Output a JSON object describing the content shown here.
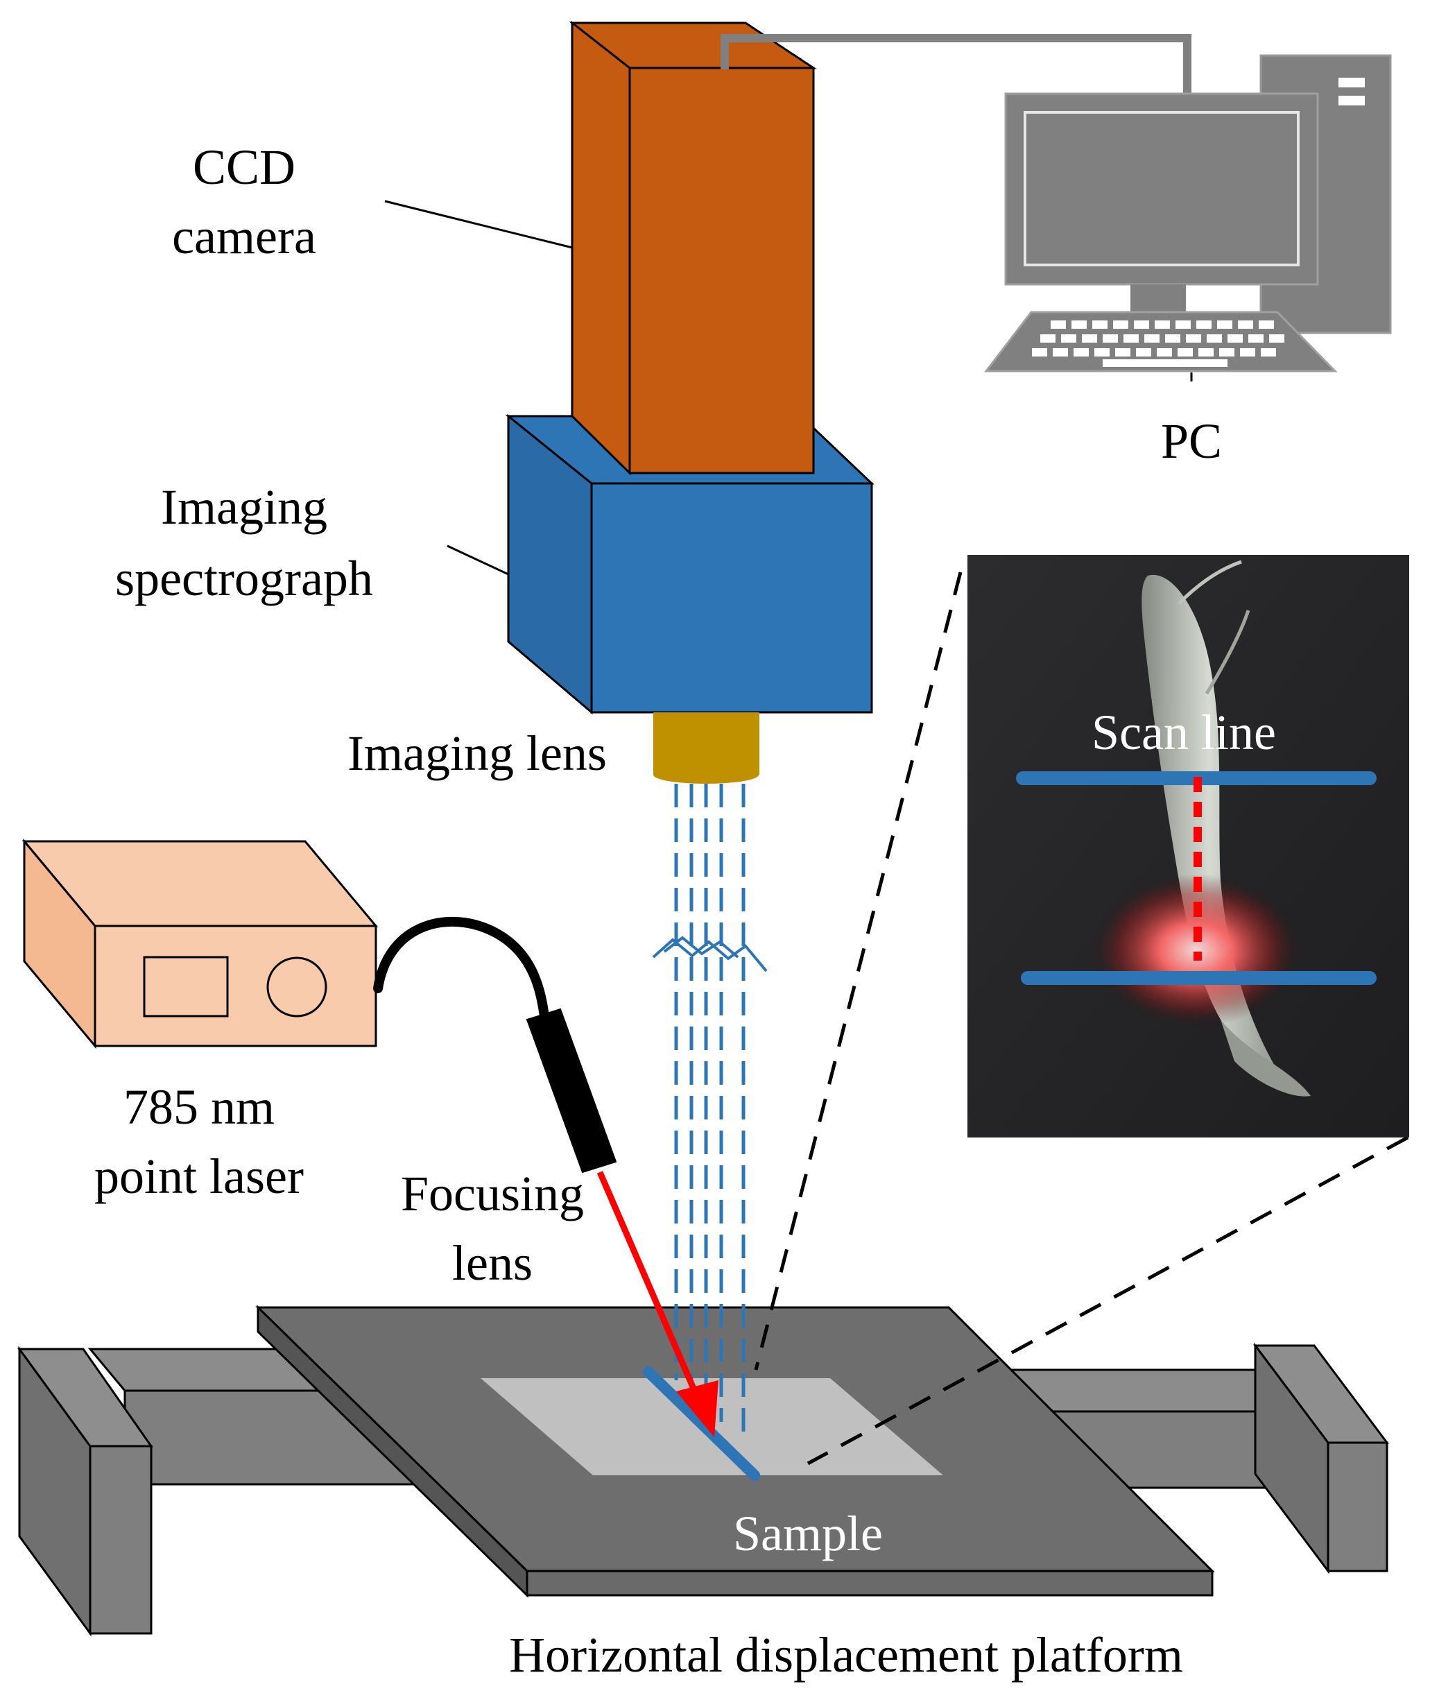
{
  "labels": {
    "ccd_line1": "CCD",
    "ccd_line2": "camera",
    "pc": "PC",
    "spectrograph_line1": "Imaging",
    "spectrograph_line2": "spectrograph",
    "imaging_lens": "Imaging lens",
    "scan_line": "Scan line",
    "laser_line1": "785 nm",
    "laser_line2": "point laser",
    "focusing_line1": "Focusing",
    "focusing_line2": "lens",
    "sample": "Sample",
    "platform": "Horizontal displacement platform"
  },
  "colors": {
    "camera": "#c55a11",
    "spectrograph": "#2e75b6",
    "lens": "#bf9000",
    "laser_box": "#f8cbad",
    "platform": "#808080",
    "stage": "#606060",
    "sample_area": "#c0c0c0",
    "beam": "#ff0000",
    "scan": "#2e75b6",
    "pc": "#808080"
  },
  "icons": [
    "computer-monitor-icon",
    "computer-tower-icon",
    "keyboard-icon"
  ]
}
